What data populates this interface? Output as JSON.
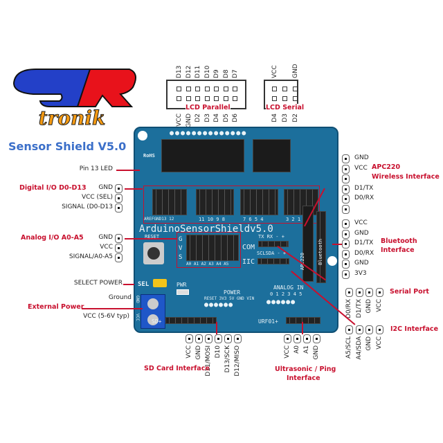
{
  "logo": {
    "top": "SVR",
    "bottom": "tronik"
  },
  "title": "Sensor Shield V5.0",
  "left_labels": {
    "pin13_led": "Pin 13 LED",
    "digital_title": "Digital I/O D0-D13",
    "digital_pins": [
      "GND",
      "VCC (SEL)",
      "SIGNAL (D0-D13"
    ],
    "analog_title": "Analog I/O A0-A5",
    "analog_pins": [
      "GND",
      "VCC",
      "SIGNAL/A0-A5"
    ],
    "select_power": "SELECT POWER",
    "ground": "Ground",
    "external_power": "External Power",
    "vcc_ext": "VCC (5-6V typ)"
  },
  "lcd_parallel": {
    "title": "LCD Parallel",
    "top": [
      "D13",
      "D12",
      "D11",
      "D10",
      "D9",
      "D8",
      "D7"
    ],
    "bottom": [
      "VCC",
      "GND",
      "D2",
      "D3",
      "D4",
      "D5",
      "D6"
    ]
  },
  "lcd_serial": {
    "title": "LCD Serial",
    "top": [
      "VCC",
      "",
      "GND"
    ],
    "bottom": [
      "D4",
      "D3",
      "D2"
    ]
  },
  "apc220": {
    "title": "APC220",
    "subtitle": "Wireless Interface",
    "pins": [
      "GND",
      "VCC",
      "",
      "D1/TX",
      "D0/RX",
      ""
    ]
  },
  "bluetooth": {
    "title": "Bluetooth",
    "subtitle": "Interface",
    "pins": [
      "VCC",
      "GND",
      "D1/TX",
      "D0/RX",
      "GND",
      "3V3"
    ]
  },
  "serial_port": {
    "title": "Serial Port",
    "pins": [
      "D0/RX",
      "D1/TX",
      "GND",
      "VCC"
    ]
  },
  "i2c": {
    "title": "I2C Interface",
    "pins": [
      "A5/SCL",
      "A4/SDA",
      "GND",
      "VCC"
    ]
  },
  "sd_card": {
    "title": "SD Card Interface",
    "pins": [
      "VCC",
      "GND",
      "D11/MOSI",
      "D10",
      "D13/SCK",
      "D12/MISO"
    ]
  },
  "ultrasonic": {
    "title": "Ultrasonic / Ping",
    "subtitle": "Interface",
    "pins": [
      "VCC",
      "A0",
      "A1",
      "GND"
    ]
  },
  "board": {
    "name": "ArduinoSensorShieldv5.0",
    "rohs": "RoHS",
    "reset": "RESET",
    "gvs": [
      "G",
      "V",
      "S"
    ],
    "digital_nums": [
      "AREFGND13 12",
      "11 10 9 8",
      "7 6 5 4",
      "3 2 1 0"
    ],
    "analog_nums": "A0 A1 A2 A3 A4 A5",
    "com": "COM",
    "txrx": "TX RX - +",
    "iic": "IIC",
    "sclsda": "SCLSDA - +",
    "apc": "APC220",
    "bt": "Bluetooth",
    "sel": "SEL",
    "pwr": "PWR",
    "gnd": "GND",
    "vcc": "VCC",
    "power": "POWER",
    "power_pins": "RESET 3V3 5V GND VIN",
    "analog_in": "ANALOG IN",
    "analog_in_nums": "0 1 2 3 4 5",
    "sd": "SD+",
    "urf": "URF01+"
  },
  "colors": {
    "accent": "#c8102e",
    "board": "#1c6f9c",
    "title": "#3b6fc9"
  }
}
